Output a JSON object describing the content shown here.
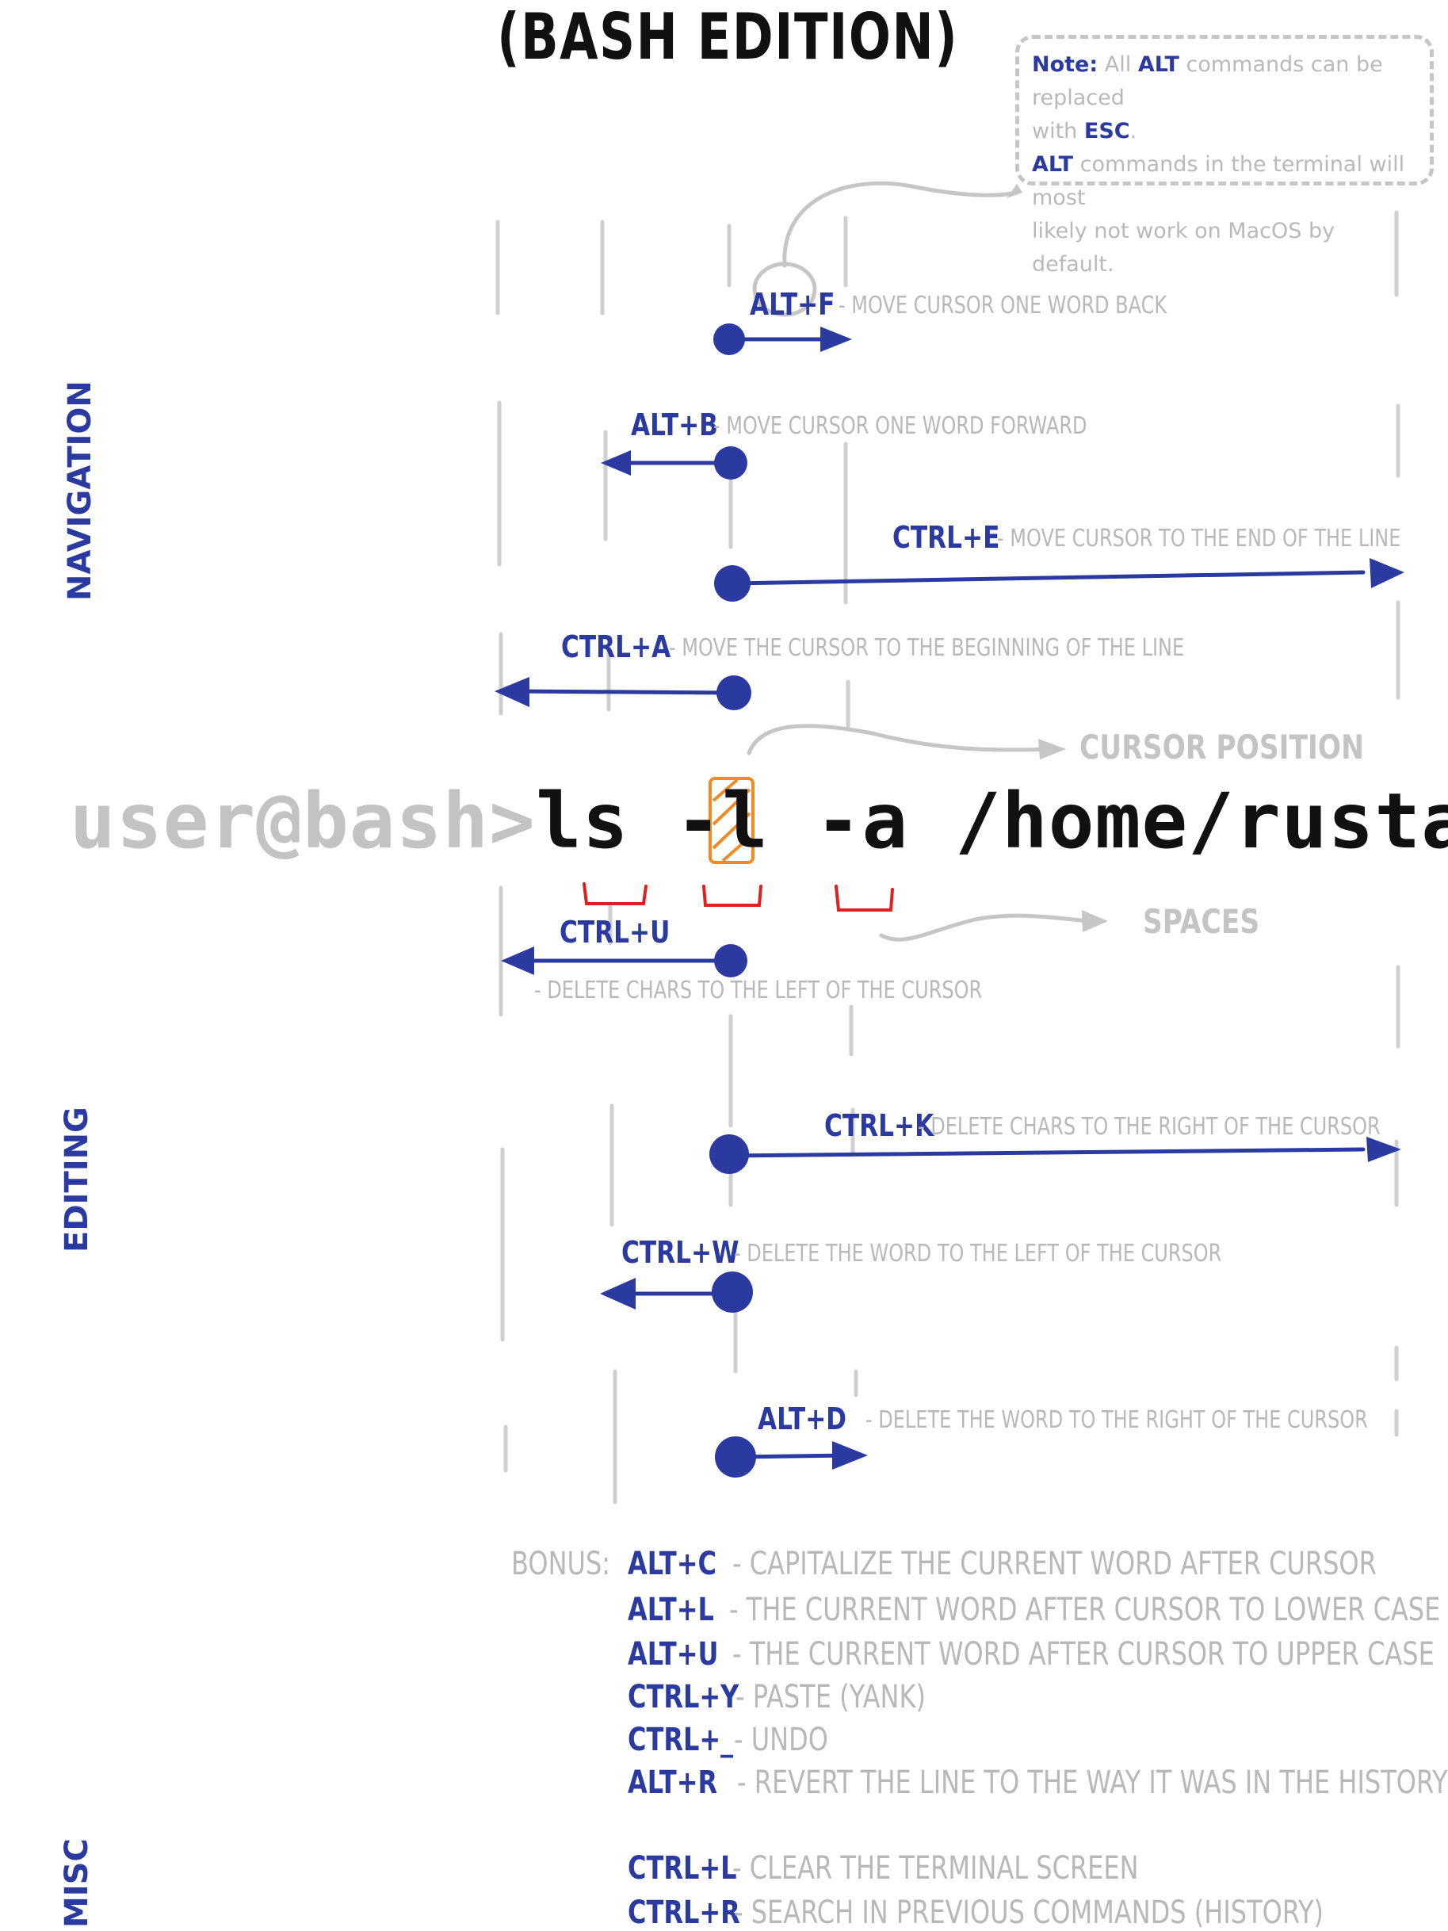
{
  "title": "(BASH EDITION)",
  "note": {
    "line1_label": "Note:",
    "line1_pre": "All",
    "line1_key": "ALT",
    "line1_post": "commands can be replaced",
    "line2_pre": "with",
    "line2_key": "ESC",
    "line2_post": ".",
    "line3_key": "ALT",
    "line3_post": "commands in the terminal will most",
    "line4": "likely not work on MacOS by default."
  },
  "sections": {
    "navigation": "NAVIGATION",
    "editing": "EDITING",
    "misc": "MISC"
  },
  "command_line": {
    "prompt": "user@bash>",
    "command": "ls -l -a /home/rustam"
  },
  "annotations": {
    "cursor_position": "CURSOR POSITION",
    "spaces": "SPACES"
  },
  "shortcuts": [
    {
      "key": "ALT+F",
      "desc": "- MOVE CURSOR ONE WORD BACK"
    },
    {
      "key": "ALT+B",
      "desc": "- MOVE CURSOR ONE WORD FORWARD"
    },
    {
      "key": "CTRL+E",
      "desc": "- MOVE CURSOR TO THE END OF THE LINE"
    },
    {
      "key": "CTRL+A",
      "desc": "- MOVE THE CURSOR TO THE BEGINNING OF THE LINE"
    },
    {
      "key": "CTRL+U",
      "desc": "- DELETE CHARS TO THE LEFT OF THE CURSOR"
    },
    {
      "key": "CTRL+K",
      "desc": "- DELETE CHARS TO THE RIGHT OF THE CURSOR"
    },
    {
      "key": "CTRL+W",
      "desc": "- DELETE THE WORD TO THE LEFT OF THE CURSOR"
    },
    {
      "key": "ALT+D",
      "desc": "- DELETE THE WORD TO THE RIGHT OF THE CURSOR"
    }
  ],
  "bonus": {
    "label": "BONUS:",
    "items": [
      {
        "key": "ALT+C",
        "desc": "- CAPITALIZE THE CURRENT WORD AFTER CURSOR"
      },
      {
        "key": "ALT+L",
        "desc": "- THE CURRENT WORD AFTER CURSOR TO LOWER CASE"
      },
      {
        "key": "ALT+U",
        "desc": "- THE CURRENT WORD AFTER CURSOR TO UPPER CASE"
      },
      {
        "key": "CTRL+Y",
        "desc": "- PASTE (YANK)"
      },
      {
        "key": "CTRL+_",
        "desc": "- UNDO"
      },
      {
        "key": "ALT+R",
        "desc": "- REVERT THE LINE TO THE WAY IT WAS IN THE HISTORY"
      }
    ]
  },
  "misc": [
    {
      "key": "CTRL+L",
      "desc": "- CLEAR THE TERMINAL SCREEN"
    },
    {
      "key": "CTRL+R",
      "desc": "- SEARCH IN PREVIOUS COMMANDS (HISTORY)"
    }
  ],
  "colors": {
    "accent": "#2a3aa0",
    "muted": "#b8b8b8",
    "cursor": "#f08a24",
    "space_marker": "#e02020"
  }
}
